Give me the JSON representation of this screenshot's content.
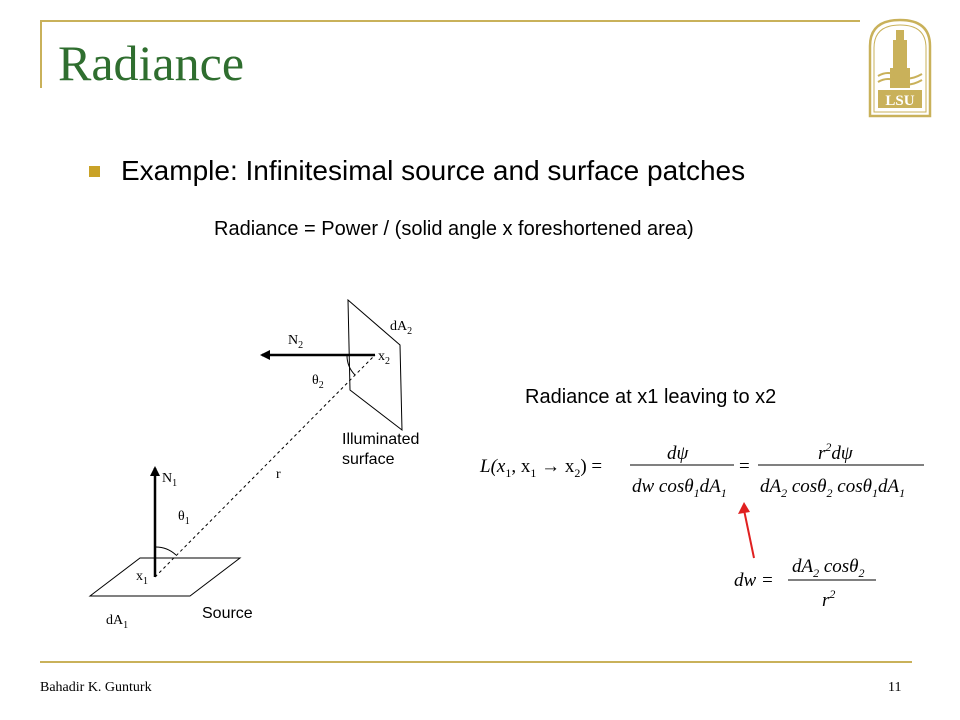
{
  "slide": {
    "title": "Radiance",
    "bullet": "Example: Infinitesimal source and surface patches",
    "formula": "Radiance = Power / (solid angle x foreshortened area)",
    "radiance_label": "Radiance at x1 leaving to x2"
  },
  "diagram": {
    "dA1": "dA",
    "dA1_sub": "1",
    "dA2": "dA",
    "dA2_sub": "2",
    "N1": "N",
    "N1_sub": "1",
    "N2": "N",
    "N2_sub": "2",
    "x1": "x",
    "x1_sub": "1",
    "x2": "x",
    "x2_sub": "2",
    "theta1": "θ",
    "theta1_sub": "1",
    "theta2": "θ",
    "theta2_sub": "2",
    "r": "r",
    "illuminated_line1": "Illuminated",
    "illuminated_line2": "surface",
    "source": "Source"
  },
  "equation": {
    "lhs": "L(x",
    "lhs_sub1": "1",
    "lhs_mid": ", x",
    "lhs_sub2": "1",
    "lhs_arrow": " → x",
    "lhs_sub3": "2",
    "lhs_end": ") =",
    "frac1_num": "dψ",
    "frac1_den": "dw cosθ",
    "frac1_den_sub": "1",
    "frac1_den_end": "dA",
    "frac1_den_sub2": "1",
    "eq2": "=",
    "frac2_num": "r",
    "frac2_num_sup": "2",
    "frac2_num_end": "dψ",
    "frac2_den": "dA",
    "frac2_den_sub": "2",
    "frac2_den_cos1": " cosθ",
    "frac2_den_sub2": "2",
    "frac2_den_cos2": " cosθ",
    "frac2_den_sub3": "1",
    "frac2_den_end": "dA",
    "frac2_den_sub4": "1"
  },
  "subequation": {
    "lhs": "dw =",
    "num": "dA",
    "num_sub": "2",
    "num_end": " cosθ",
    "num_sub2": "2",
    "den": "r",
    "den_sup": "2"
  },
  "footer": {
    "author": "Bahadir K. Gunturk",
    "page": "11"
  },
  "logo": {
    "text": "LSU"
  },
  "colors": {
    "title": "#2f6e2f",
    "accent": "#c9b15a",
    "bullet": "#c9a227",
    "arrow": "#e02020"
  }
}
